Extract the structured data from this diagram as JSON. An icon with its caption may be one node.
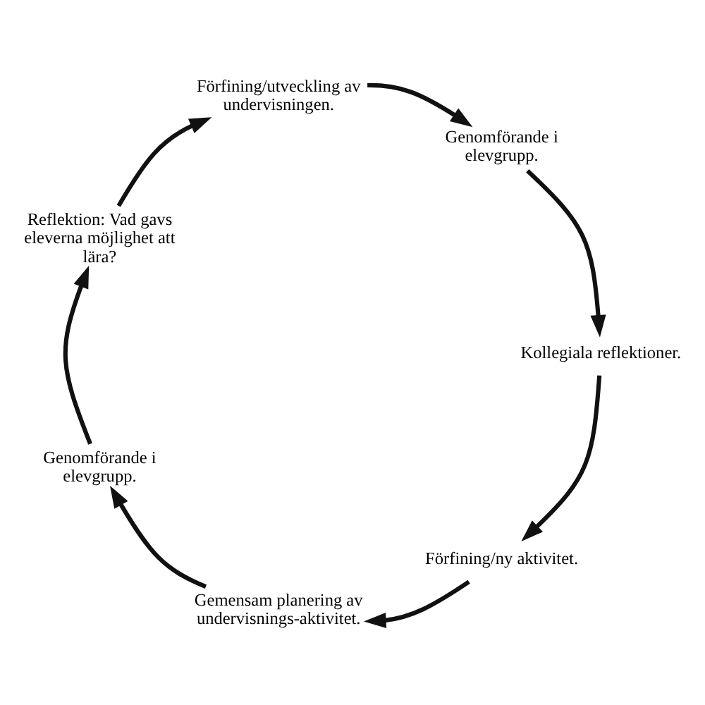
{
  "diagram": {
    "nodes": [
      {
        "text": [
          "Gemensam planering av undervisnings-aktivitet."
        ]
      },
      {
        "text": [
          "Genomförande i elevgrupp."
        ]
      },
      {
        "text": [
          "Reflektion: Vad gavs eleverna möjlighet att lära?"
        ]
      },
      {
        "text": [
          "Förfining/utveckling av undervisningen."
        ]
      },
      {
        "text": [
          "Genomförande i elevgrupp."
        ]
      },
      {
        "text": [
          "Kollegiala reflektioner."
        ]
      },
      {
        "text": [
          "Förfining/ny aktivitet."
        ]
      }
    ],
    "edges": [
      {
        "from": 0,
        "to": 1,
        "arrow": "to"
      },
      {
        "from": 1,
        "to": 2,
        "arrow": "to"
      },
      {
        "from": 2,
        "to": 3,
        "arrow": "to"
      },
      {
        "from": 3,
        "to": 4,
        "arrow": "to"
      },
      {
        "from": 4,
        "to": 5,
        "arrow": "to"
      },
      {
        "from": 5,
        "to": 6,
        "arrow": "to"
      },
      {
        "from": 6,
        "to": 0,
        "arrow": "to"
      }
    ]
  }
}
